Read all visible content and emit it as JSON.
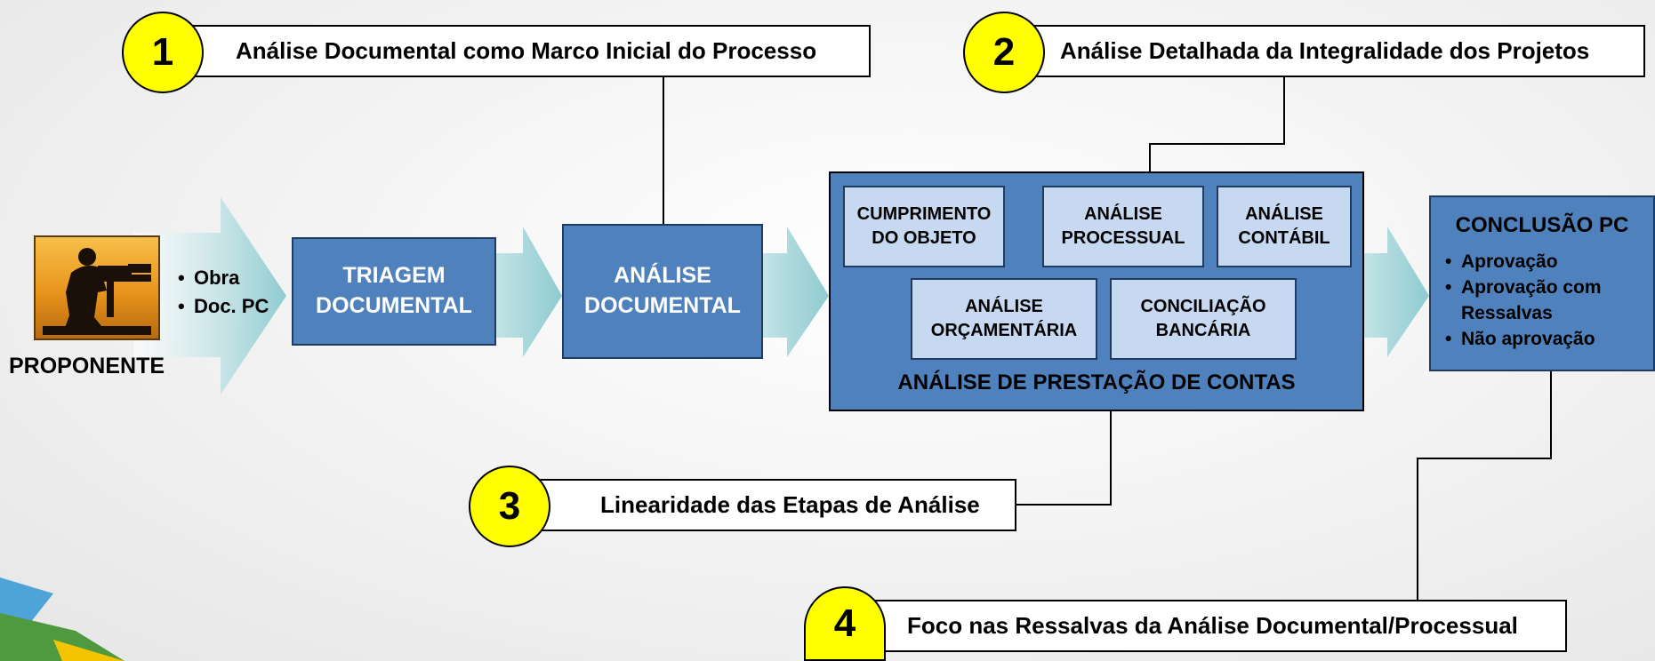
{
  "callouts": [
    {
      "number": "1",
      "text": "Análise Documental como Marco Inicial do Processo"
    },
    {
      "number": "2",
      "text": "Análise Detalhada da Integralidade dos Projetos"
    },
    {
      "number": "3",
      "text": "Linearidade das Etapas de Análise"
    },
    {
      "number": "4",
      "text": "Foco nas Ressalvas da Análise Documental/Processual"
    }
  ],
  "proponente": {
    "label": "PROPONENTE",
    "items": [
      "Obra",
      "Doc. PC"
    ]
  },
  "stages": {
    "triagem": "TRIAGEM\nDOCUMENTAL",
    "analise_documental": "ANÁLISE\nDOCUMENTAL",
    "prestacao": {
      "title": "ANÁLISE DE PRESTAÇÃO DE CONTAS",
      "boxes": [
        "CUMPRIMENTO\nDO OBJETO",
        "ANÁLISE\nPROCESSUAL",
        "ANÁLISE\nCONTÁBIL",
        "ANÁLISE\nORÇAMENTÁRIA",
        "CONCILIAÇÃO\nBANCÁRIA"
      ]
    },
    "conclusao": {
      "title": "CONCLUSÃO PC",
      "items": [
        "Aprovação",
        "Aprovação com Ressalvas",
        "Não aprovação"
      ]
    }
  },
  "colors": {
    "stage_fill": "#4f81bd",
    "subbox_fill": "#c6d9f1",
    "arrow_fill": "#8fcbd0",
    "badge_fill": "#ffff00"
  }
}
